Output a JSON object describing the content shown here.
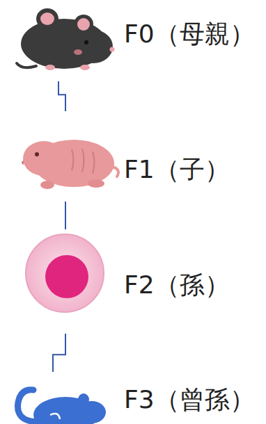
{
  "diagram": {
    "nodes": [
      {
        "text": [
          "F0（母親）"
        ]
      },
      {
        "text": [
          "F1（子）"
        ]
      },
      {
        "text": [
          "F2（孫）"
        ]
      },
      {
        "text": [
          "F3（曾孫）"
        ]
      }
    ],
    "edges": [
      {
        "from": 0,
        "to": 1,
        "arrow": "none"
      },
      {
        "from": 1,
        "to": 2,
        "arrow": "none"
      },
      {
        "from": 2,
        "to": 3,
        "arrow": "none"
      }
    ]
  }
}
